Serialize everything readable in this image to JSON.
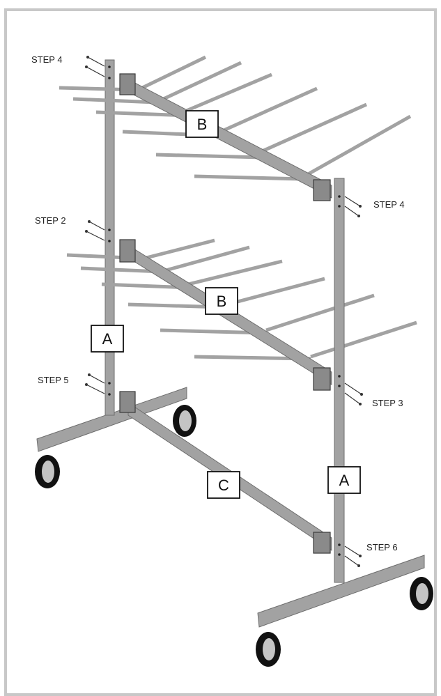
{
  "colors": {
    "frame": "#c8c8c8",
    "metal": "#a2a2a2",
    "outline": "#6e6e6e",
    "wheel": "#111111",
    "wheel_hub": "#c4c4c4"
  },
  "parts": {
    "a": "A",
    "b": "B",
    "c": "C"
  },
  "steps": {
    "top_left": "STEP 4",
    "top_right": "STEP 4",
    "mid_left": "STEP 2",
    "mid_right": "STEP 3",
    "low_left": "STEP 5",
    "low_right": "STEP 6"
  }
}
